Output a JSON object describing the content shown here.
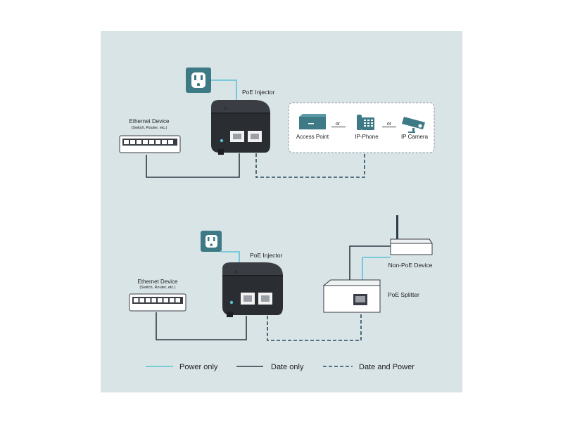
{
  "top": {
    "injector_label": "PoE Injector",
    "ethernet_label": "Ethernet Device",
    "ethernet_sub": "(Switch, Router, etc.)",
    "devices": {
      "ap_label": "Access Point",
      "or1": "or",
      "phone_label": "IP-Phone",
      "or2": "or",
      "camera_label": "IP Camera"
    }
  },
  "bottom": {
    "injector_label": "PoE Injector",
    "ethernet_label": "Ethernet Device",
    "ethernet_sub": "(Switch, Router, etc.)",
    "non_poe_label": "Non-PoE Device",
    "splitter_label": "PoE Splitter"
  },
  "legend": {
    "power_only": "Power only",
    "data_only": "Date only",
    "data_and_power": "Date and Power"
  },
  "colors": {
    "panel_bg": "#d9e4e7",
    "power_line": "#5bc1d9",
    "data_line": "#2f3a44",
    "outlet": "#3d7a86",
    "injector_body": "#2a2d31",
    "device_teal": "#3d7a86"
  }
}
